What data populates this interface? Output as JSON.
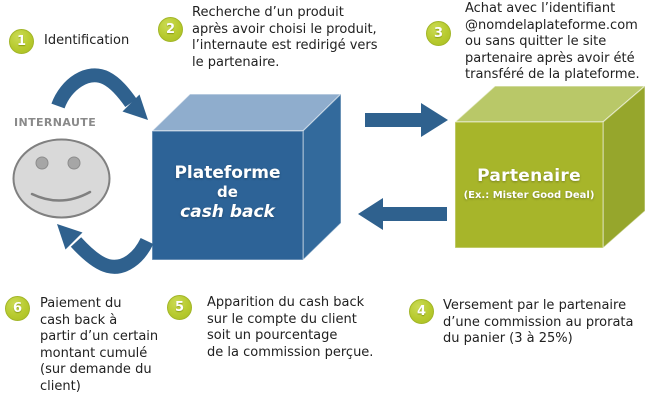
{
  "diagram": {
    "internaute_label": "INTERNAUTE",
    "platform_cube": {
      "line1": "Plateforme",
      "line2": "de",
      "line3": "cash back"
    },
    "partner_cube": {
      "title": "Partenaire",
      "subtitle": "(Ex.: Mister Good Deal)"
    },
    "steps": [
      {
        "number": "1",
        "text": "Identification"
      },
      {
        "number": "2",
        "text": "Recherche d’un produit\naprès avoir choisi le produit,\nl’internaute est redirigé vers\nle partenaire."
      },
      {
        "number": "3",
        "text": "Achat avec l’identifiant\n@nomdelaplateforme.com\nou sans quitter le site\npartenaire après avoir été\ntransféré de la plateforme."
      },
      {
        "number": "4",
        "text": "Versement par le partenaire\nd’une commission au prorata\ndu panier (3 à 25%)"
      },
      {
        "number": "5",
        "text": "Apparition du cash back\nsur le compte du client\nsoit un pourcentage\nde la commission perçue."
      },
      {
        "number": "6",
        "text": "Paiement du\ncash back à\npartir d’un certain\nmontant cumulé\n(sur demande du\nclient)"
      }
    ],
    "colors": {
      "step_circle": "#b5c92e",
      "arrow_blue": "#2f618e",
      "cube_blue_front": "#2d6397",
      "cube_blue_top": "#8fadcd",
      "cube_blue_side": "#336a9c",
      "cube_green_front": "#a7b52a",
      "cube_green_top": "#b9c868",
      "cube_green_side": "#96a62c",
      "smiley_fill": "#d9d9d9",
      "smiley_stroke": "#808080",
      "text": "#212121"
    }
  }
}
